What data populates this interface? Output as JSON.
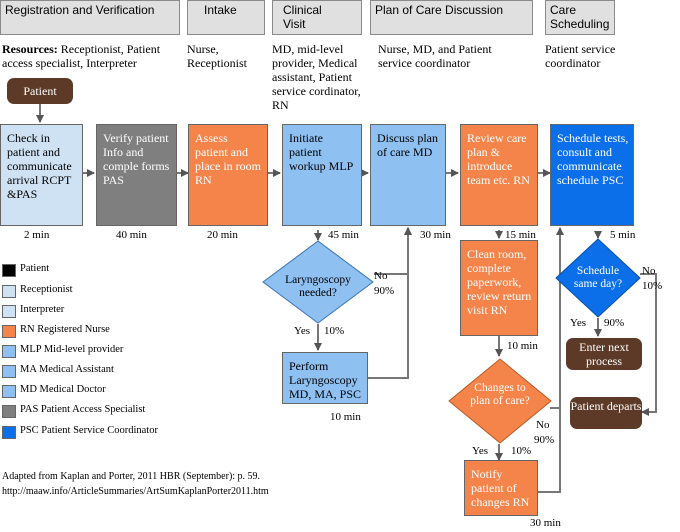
{
  "phases": [
    {
      "label": "Registration and Verification"
    },
    {
      "label": "Intake"
    },
    {
      "line1": "Clinical",
      "line2": "Visit"
    },
    {
      "label": "Plan of Care Discussion"
    },
    {
      "line1": "Care",
      "line2": "Scheduling"
    }
  ],
  "resources": {
    "title": "Resources:",
    "registration": "Receptionist, Patient access specialist, Interpreter",
    "intake": "Nurse, Receptionist",
    "clinical": "MD, mid-level provider, Medical assistant, Patient service cordinator, RN",
    "plan": "Nurse, MD, and Patient service coordinator",
    "scheduling": "Patient service coordinator"
  },
  "start": "Patient",
  "steps": {
    "checkin": "Check in patient and communicate arrival RCPT &PAS",
    "verify": "Verify patient Info and comple forms PAS",
    "assess": "Assess patient and place in room RN",
    "workup": "Initiate patient workup MLP",
    "discuss": "Discuss plan of care MD",
    "review": "Review care plan & introduce team etc. RN",
    "schedule": "Schedule tests, consult and communicate schedule PSC",
    "perform": "Perform Laryngoscopy MD, MA, PSC",
    "clean": "Clean room, complete paperwork, review return visit RN",
    "notify": "Notify patient of changes RN"
  },
  "times": {
    "checkin": "2 min",
    "verify": "40 min",
    "assess": "20 min",
    "workup": "45 min",
    "discuss": "30 min",
    "review": "15 min",
    "schedule": "5 min",
    "perform": "10 min",
    "clean": "10 min",
    "notify": "30 min"
  },
  "decisions": {
    "laryngoscopy": {
      "text": "Laryngoscopy needed?",
      "yes": "Yes",
      "yes_pct": "10%",
      "no": "No",
      "no_pct": "90%"
    },
    "sameday": {
      "text": "Schedule same day?",
      "yes": "Yes",
      "yes_pct": "90%",
      "no": "No",
      "no_pct": "10%"
    },
    "changes": {
      "text": "Changes to plan of care?",
      "yes": "Yes",
      "yes_pct": "10%",
      "no": "No",
      "no_pct": "90%"
    }
  },
  "ends": {
    "next": "Enter next process",
    "departs": "Patient departs"
  },
  "legend": [
    {
      "label": "Patient",
      "color": "#000000"
    },
    {
      "label": "Receptionist",
      "color": "#cfe2f3"
    },
    {
      "label": "Interpreter",
      "color": "#cfe2f3"
    },
    {
      "label": "RN Registered Nurse",
      "color": "#f4844a"
    },
    {
      "label": "MLP Mid-level provider",
      "color": "#8ec0f2"
    },
    {
      "label": "MA Medical Assistant",
      "color": "#8ec0f2"
    },
    {
      "label": "MD Medical Doctor",
      "color": "#8ec0f2"
    },
    {
      "label": "PAS Patient Access Specialist",
      "color": "#7f7f7f"
    },
    {
      "label": "PSC Patient Service Coordinator",
      "color": "#0a6fe8"
    }
  ],
  "footer": {
    "line1": "Adapted from Kaplan and Porter, 2011 HBR (September): p. 59.",
    "line2": "http://maaw.info/ArticleSummaries/ArtSumKaplanPorter2011.htm"
  }
}
